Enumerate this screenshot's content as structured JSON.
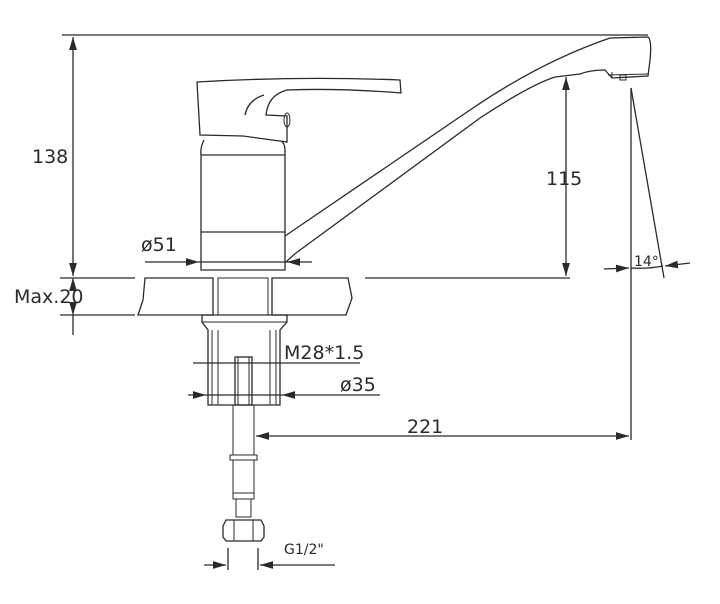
{
  "drawing": {
    "dimensions": {
      "total_height": "138",
      "max_thickness": "Max.20",
      "spout_height": "115",
      "body_diameter": "ø51",
      "thread": "M28*1.5",
      "shank_diameter": "ø35",
      "reach": "221",
      "angle": "14°",
      "hose_connection": "G1/2\""
    },
    "line_color": "#2a2a2a"
  }
}
